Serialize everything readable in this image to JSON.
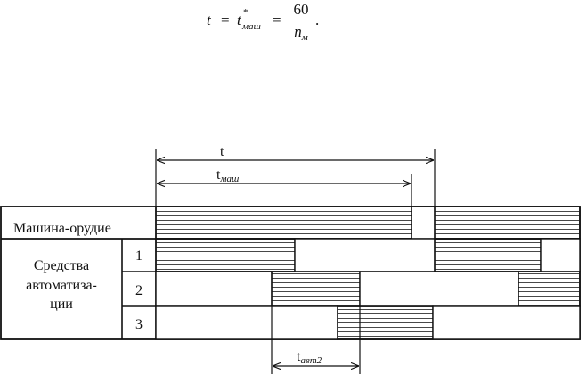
{
  "formula": {
    "lhs": "t",
    "eq": "=",
    "t_main": "t",
    "t_star": "*",
    "t_sub": "маш",
    "numerator": "60",
    "denominator": "n",
    "denominator_sub": "м",
    "period": "."
  },
  "dims": {
    "t_label": "t",
    "tmash_main": "t",
    "tmash_sub": "маш",
    "tavt_main": "t",
    "tavt_sub": "авт2"
  },
  "rows": {
    "machine_label": "Машина-орудие",
    "automation_label_lines": [
      "Средства",
      "автоматиза-",
      "ции"
    ],
    "numbers": [
      "1",
      "2",
      "3"
    ]
  }
}
